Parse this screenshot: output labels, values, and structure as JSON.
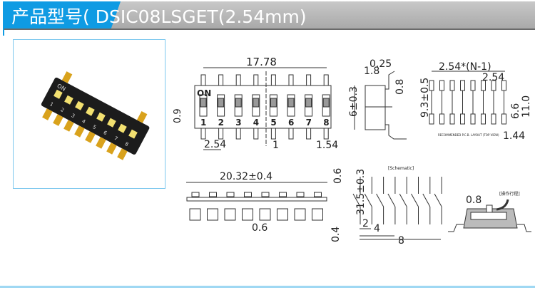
{
  "header": {
    "title": "产品型号(  DSIC08LSGET(2.54mm)"
  },
  "photo": {
    "on_label": "ON",
    "numbers": [
      "1",
      "2",
      "3",
      "4",
      "5",
      "6",
      "7",
      "8"
    ]
  },
  "top_view": {
    "width": "17.78",
    "on": "ON",
    "switch_numbers": [
      "1",
      "2",
      "3",
      "4",
      "5",
      "6",
      "7",
      "8"
    ],
    "height_dim": "0.9",
    "pitch": "2.54",
    "slot": "1",
    "edge": "1.54"
  },
  "side_view": {
    "d1": "0.25",
    "d2": "1.8",
    "d3": "0.8",
    "d4": "6±0.3",
    "d5": "9.3±0.5"
  },
  "pcb_layout": {
    "pitch_formula": "2.54*(N-1)",
    "pitch": "2.54",
    "h1": "6.6",
    "h2": "11.0",
    "pad": "1.44",
    "caption": "RECOMMENDED P.C.B. LAYOUT (TOP VIEW)"
  },
  "front_view": {
    "length": "20.32±0.4",
    "top": "0.6",
    "height": "31.5±0.3",
    "bottom": "0.4",
    "pad": "0.6"
  },
  "schematic": {
    "title": "[Schematic]",
    "d1": "2",
    "d2": "4",
    "d3": "8"
  },
  "section": {
    "dim": "0.8",
    "label": "[操作行程]"
  }
}
